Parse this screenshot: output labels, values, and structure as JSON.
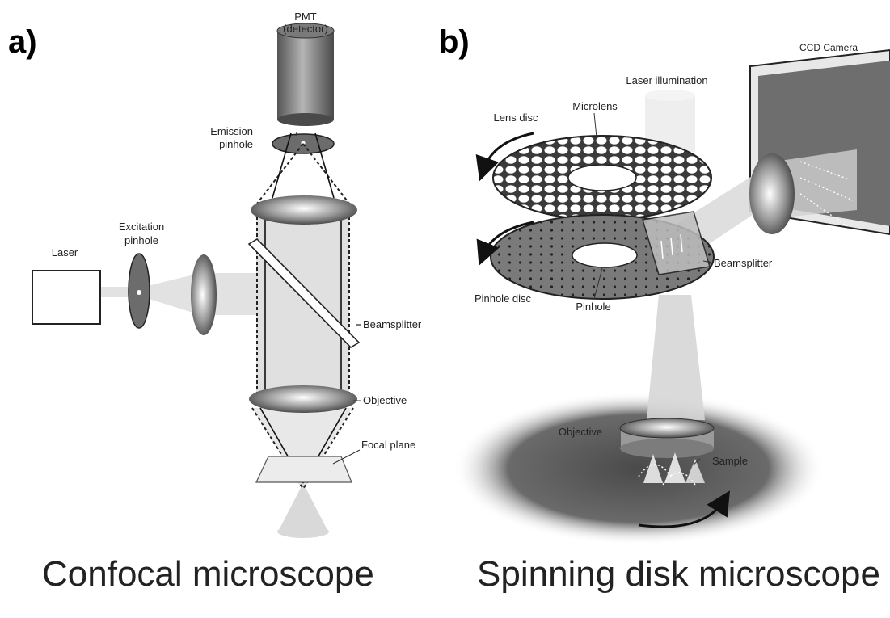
{
  "panels": {
    "a": {
      "label": "a)",
      "caption": "Confocal microscope",
      "labels": {
        "pmt_line1": "PMT",
        "pmt_line2": "(detector)",
        "emission_line1": "Emission",
        "emission_line2": "pinhole",
        "excitation_line1": "Excitation",
        "excitation_line2": "pinhole",
        "laser": "Laser",
        "beamsplitter": "Beamsplitter",
        "objective": "Objective",
        "focal_plane": "Focal plane"
      }
    },
    "b": {
      "label": "b)",
      "caption": "Spinning disk microscope",
      "labels": {
        "ccd_camera": "CCD Camera",
        "laser_illumination": "Laser illumination",
        "lens_disc": "Lens disc",
        "microlens": "Microlens",
        "beamsplitter": "Beamsplitter",
        "pinhole_disc": "Pinhole disc",
        "pinhole": "Pinhole",
        "objective": "Objective",
        "sample": "Sample"
      }
    }
  },
  "colors": {
    "dark_gray": "#5a5a5a",
    "mid_gray": "#8a8a8a",
    "light_gray": "#d8d8d8",
    "beam_gray": "#e4e4e4"
  }
}
